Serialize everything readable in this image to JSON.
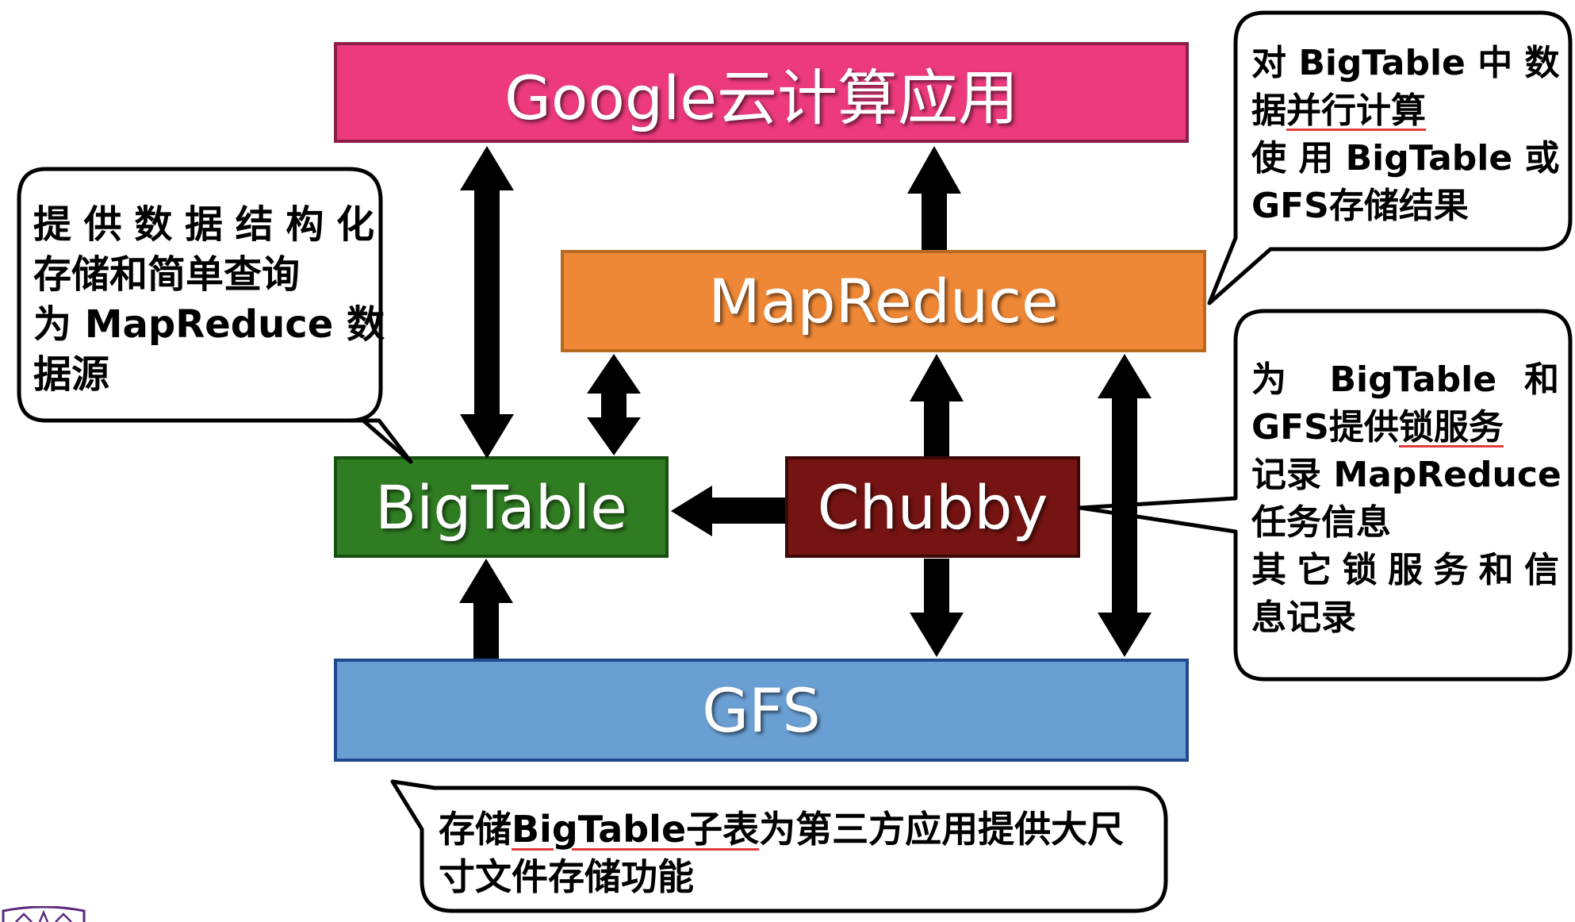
{
  "colors": {
    "google": "#ec3a7c",
    "mapreduce": "#ef8836",
    "bigtable": "#2f7c22",
    "chubby": "#751412",
    "gfs": "#6a9fd4",
    "arrow": "#000000",
    "underline": "#e03a3a"
  },
  "boxes": {
    "google": "Google云计算应用",
    "mapreduce": "MapReduce",
    "bigtable": "BigTable",
    "chubby": "Chubby",
    "gfs": "GFS"
  },
  "callouts": {
    "top_right": {
      "line1": "对 BigTable 中 数",
      "line2_a": "据",
      "line2_b": "并行计算",
      "line3": "使 用 BigTable 或",
      "line4": "GFS存储结果"
    },
    "left": {
      "line1": "提供数据结构化",
      "line2": "存储和简单查询",
      "line3": "为 MapReduce 数",
      "line4": "据源"
    },
    "right": {
      "line1": "为 BigTable 和",
      "line2_a": "GFS提供",
      "line2_b": "锁服务",
      "line3": "记录 MapReduce",
      "line4": "任务信息",
      "line5": "其它锁服务和信",
      "line6": "息记录"
    },
    "bottom": {
      "line1_a": "存储",
      "line1_b": "BigTable子表",
      "line1_c": "为第三方应用提供大尺",
      "line2": "寸文件存储功能"
    }
  },
  "logo": {
    "icon": "university-seal-icon"
  }
}
